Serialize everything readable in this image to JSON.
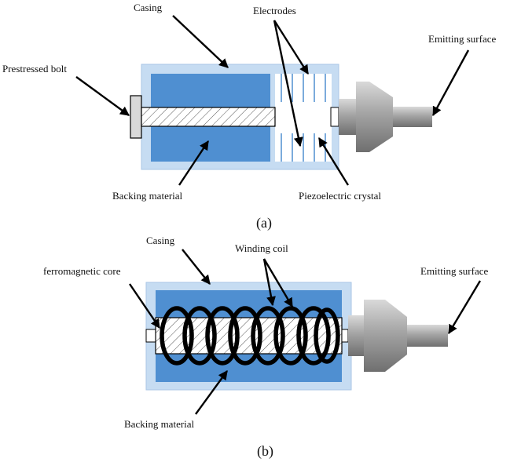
{
  "diagram_a": {
    "caption": "(a)",
    "labels": {
      "casing": "Casing",
      "electrodes": "Electrodes",
      "prestressed_bolt": "Prestressed bolt",
      "emitting_surface": "Emitting surface",
      "backing_material": "Backing material",
      "piezoelectric_crystal": "Piezoelectric crystal"
    }
  },
  "diagram_b": {
    "caption": "(b)",
    "labels": {
      "casing": "Casing",
      "winding_coil": "Winding coil",
      "ferromagnetic_core": "ferromagnetic core",
      "emitting_surface": "Emitting surface",
      "backing_material": "Backing material"
    }
  },
  "colors": {
    "casing": "#c6dcf2",
    "backing": "#4f8fd1",
    "horn": "#a8a8a8",
    "bolt": "#ffffff",
    "coil": "#000000"
  }
}
